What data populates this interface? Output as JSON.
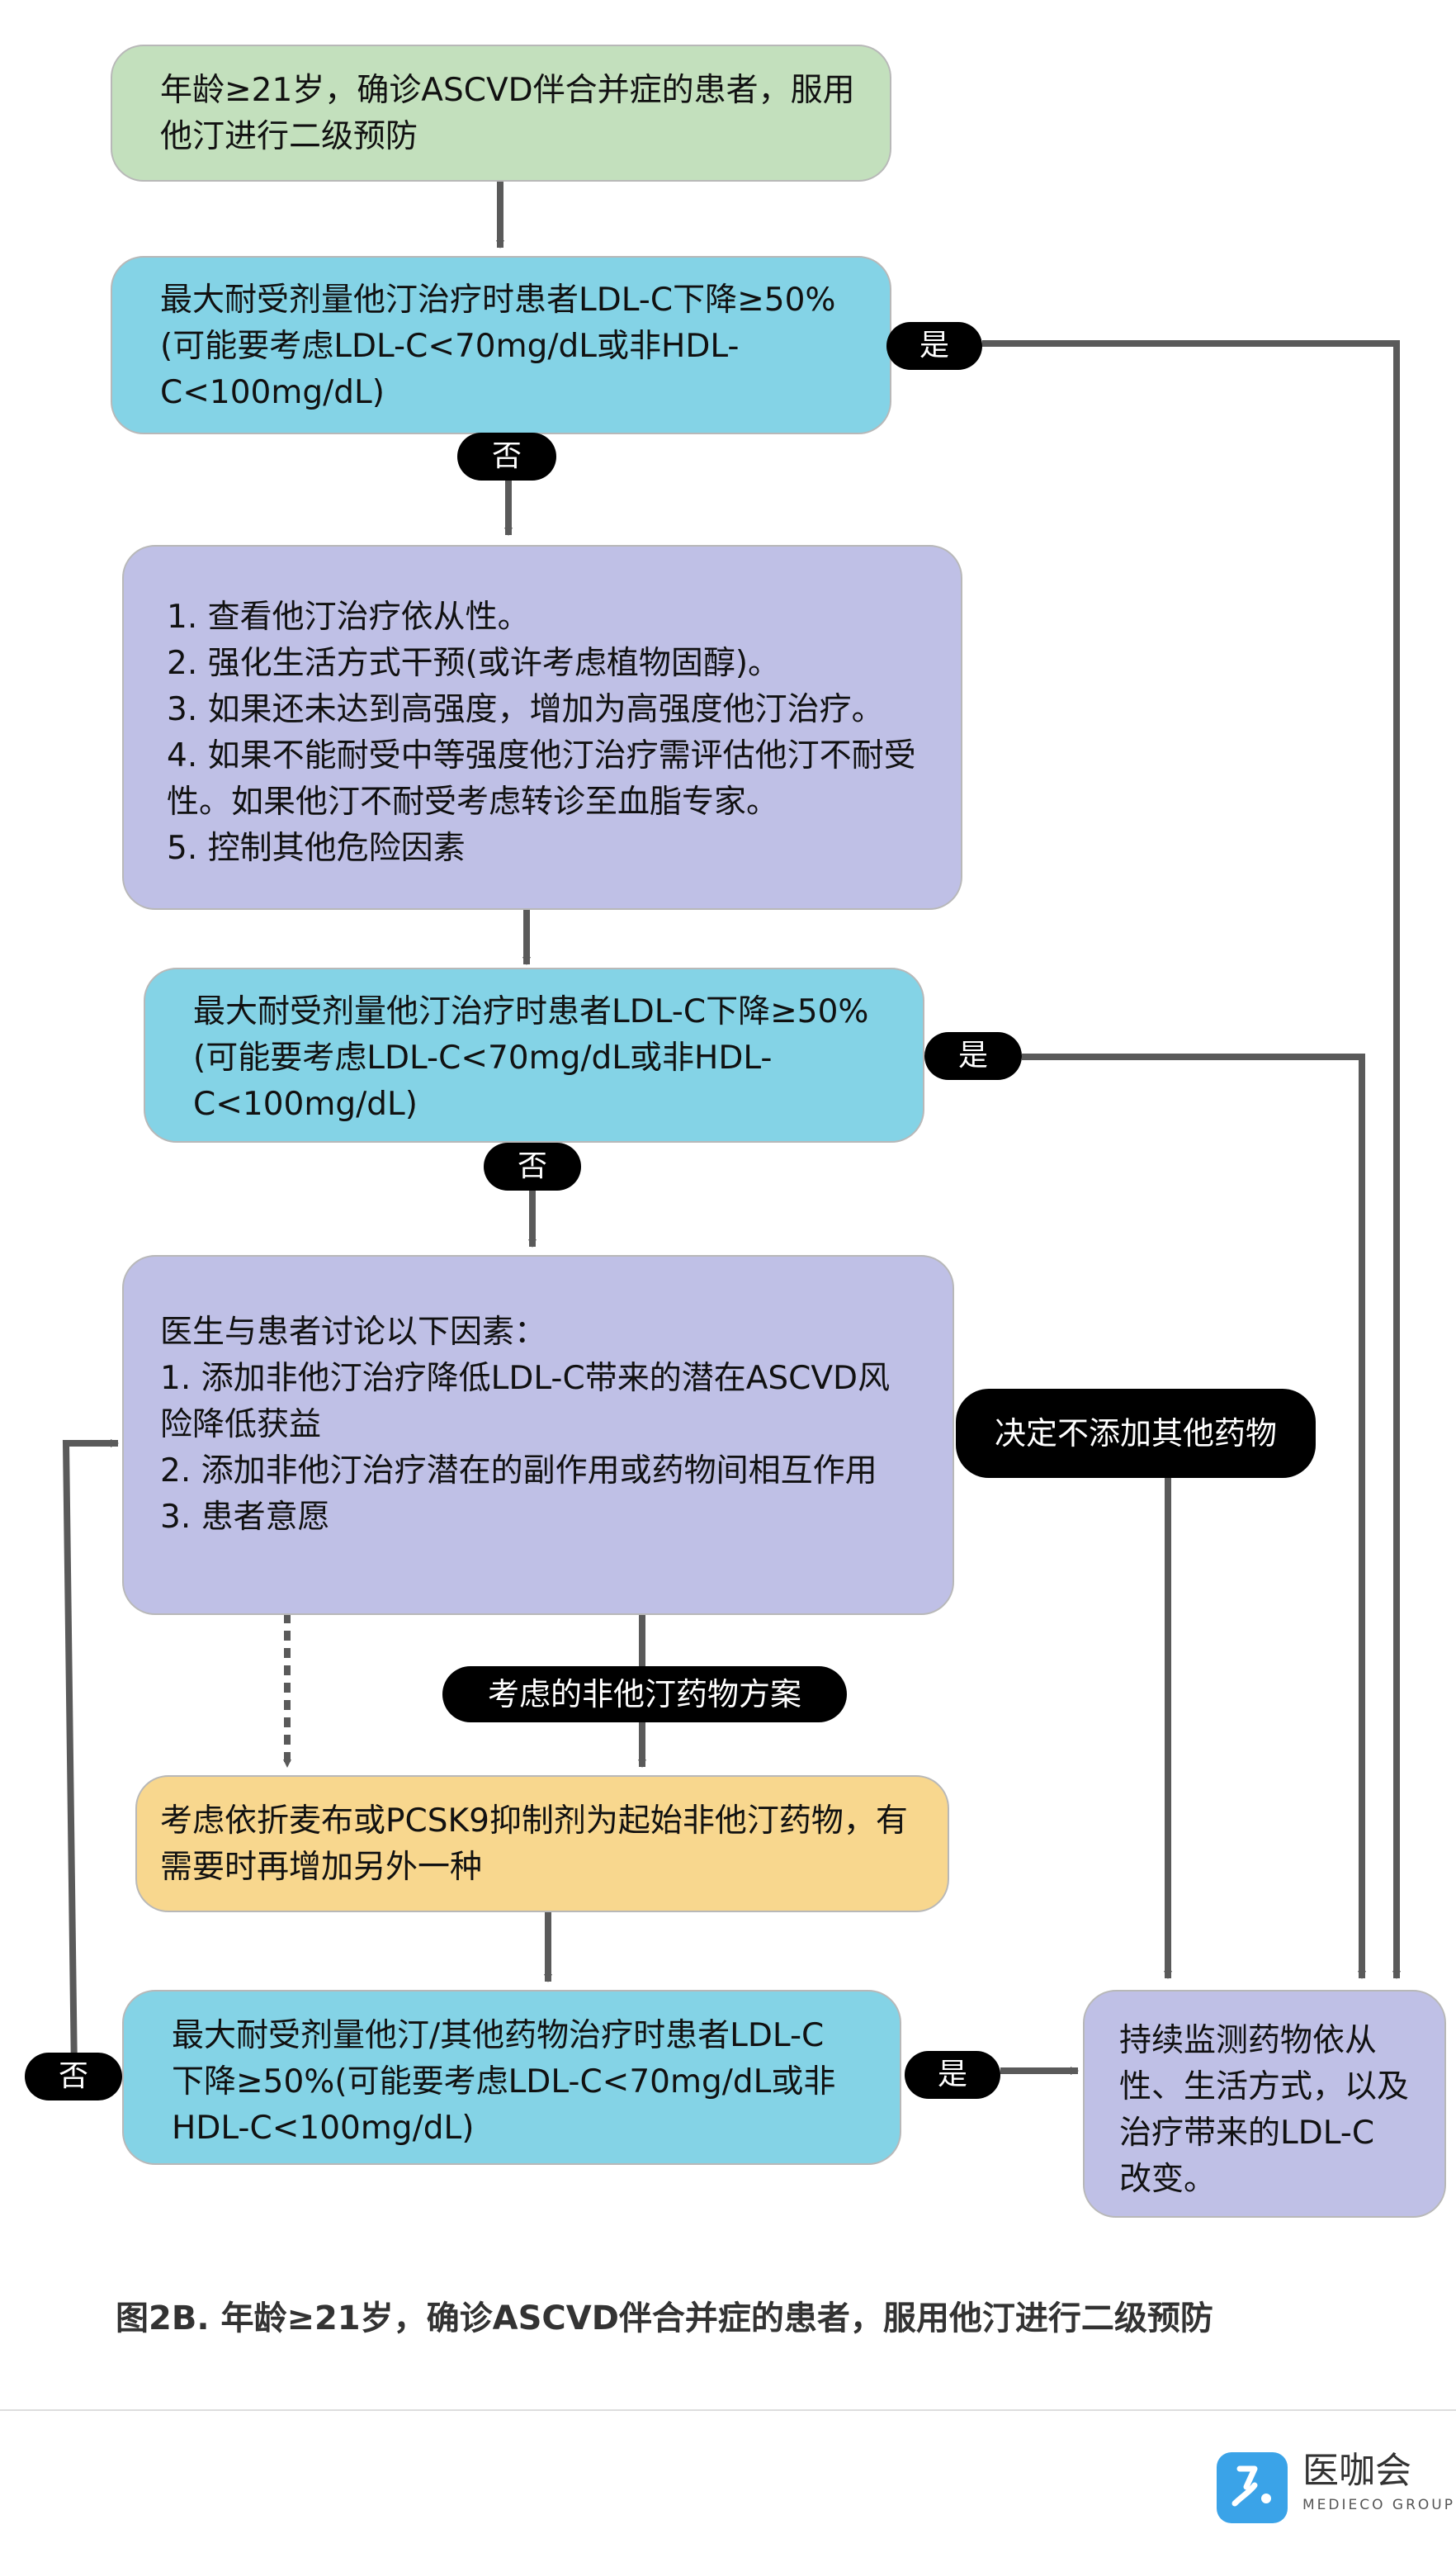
{
  "boxes": {
    "start": [
      "年龄≥21岁，确诊ASCVD伴合并症的患者，服用",
      "他汀进行二级预防"
    ],
    "check1": [
      "最大耐受剂量他汀治疗时患者LDL-C下降≥50%",
      "(可能要考虑LDL-C<70mg/dL或非HDL-",
      "C<100mg/dL)"
    ],
    "actions": [
      "1. 查看他汀治疗依从性。",
      "2. 强化生活方式干预(或许考虑植物固醇)。",
      "3. 如果还未达到高强度，增加为高强度他汀治疗。",
      "4. 如果不能耐受中等强度他汀治疗需评估他汀不耐受",
      "性。如果他汀不耐受考虑转诊至血脂专家。",
      "5. 控制其他危险因素"
    ],
    "check2": [
      "最大耐受剂量他汀治疗时患者LDL-C下降≥50%",
      "(可能要考虑LDL-C<70mg/dL或非HDL-",
      "C<100mg/dL)"
    ],
    "discuss": [
      "医生与患者讨论以下因素：",
      "1. 添加非他汀治疗降低LDL-C带来的潜在ASCVD风",
      "险降低获益",
      "2. 添加非他汀治疗潜在的副作用或药物间相互作用",
      "3. 患者意愿"
    ],
    "nonstatin": [
      "考虑依折麦布或PCSK9抑制剂为起始非他汀药物，有",
      "需要时再增加另外一种"
    ],
    "check3": [
      "最大耐受剂量他汀/其他药物治疗时患者LDL-C",
      "下降≥50%(可能要考虑LDL-C<70mg/dL或非",
      "HDL-C<100mg/dL)"
    ],
    "monitor": [
      "持续监测药物依从",
      "性、生活方式，以及",
      "治疗带来的LDL-C",
      "改变。"
    ]
  },
  "labels": {
    "yes": "是",
    "no": "否",
    "decide_no_add": "决定不添加其他药物",
    "consider_nonstatin": "考虑的非他汀药物方案"
  },
  "caption": "图2B. 年龄≥21岁，确诊ASCVD伴合并症的患者，服用他汀进行二级预防",
  "logo": {
    "name": "医咖会",
    "sub": "MEDIECO GROUP"
  },
  "colors": {
    "green": "#c3e0bd",
    "cyan": "#84d3e6",
    "lavender": "#bfc0e6",
    "yellow": "#f8d78e",
    "connector": "#5a5a5a"
  }
}
